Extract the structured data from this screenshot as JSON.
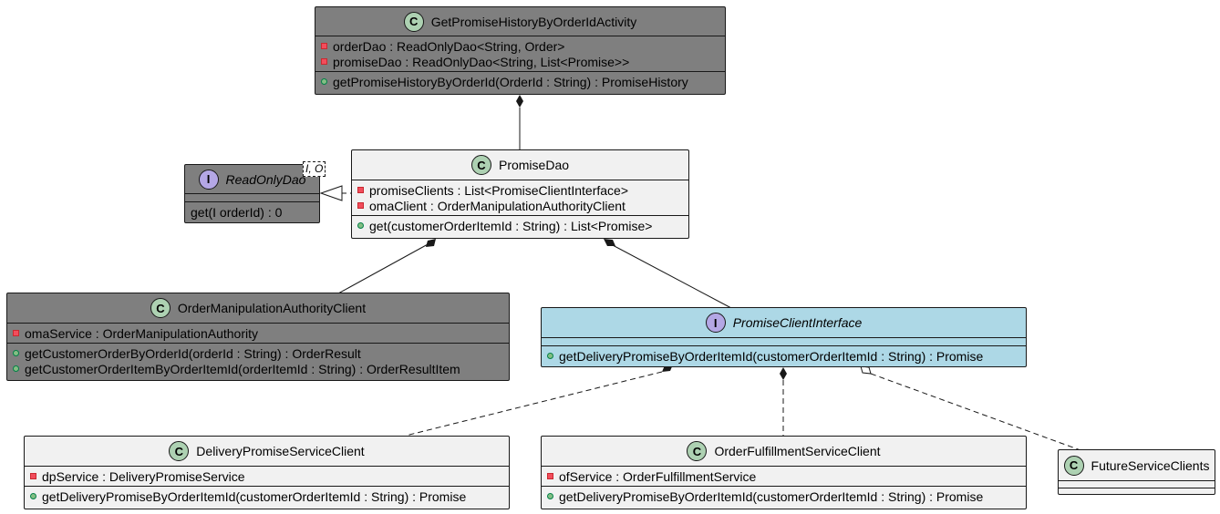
{
  "classes": {
    "get_promise_history": {
      "kind": "C",
      "name": "GetPromiseHistoryByOrderIdActivity",
      "fields": [
        "orderDao : ReadOnlyDao<String, Order>",
        "promiseDao : ReadOnlyDao<String, List<Promise>>"
      ],
      "methods": [
        "getPromiseHistoryByOrderId(OrderId : String) : PromiseHistory"
      ]
    },
    "read_only_dao": {
      "kind": "I",
      "name": "ReadOnlyDao",
      "type_params": "I, O",
      "methods": [
        "get(I orderId) : 0"
      ]
    },
    "promise_dao": {
      "kind": "C",
      "name": "PromiseDao",
      "fields": [
        "promiseClients : List<PromiseClientInterface>",
        "omaClient : OrderManipulationAuthorityClient"
      ],
      "methods": [
        "get(customerOrderItemId : String) : List<Promise>"
      ]
    },
    "oma_client": {
      "kind": "C",
      "name": "OrderManipulationAuthorityClient",
      "fields": [
        "omaService : OrderManipulationAuthority"
      ],
      "methods": [
        "getCustomerOrderByOrderId(orderId : String) : OrderResult",
        "getCustomerOrderItemByOrderItemId(orderItemId : String) : OrderResultItem"
      ]
    },
    "promise_client_interface": {
      "kind": "I",
      "name": "PromiseClientInterface",
      "methods": [
        "getDeliveryPromiseByOrderItemId(customerOrderItemId : String) : Promise"
      ]
    },
    "delivery_promise_client": {
      "kind": "C",
      "name": "DeliveryPromiseServiceClient",
      "fields": [
        "dpService : DeliveryPromiseService"
      ],
      "methods": [
        "getDeliveryPromiseByOrderItemId(customerOrderItemId : String) : Promise"
      ]
    },
    "order_fulfillment_client": {
      "kind": "C",
      "name": "OrderFulfillmentServiceClient",
      "fields": [
        "ofService : OrderFulfillmentService"
      ],
      "methods": [
        "getDeliveryPromiseByOrderItemId(customerOrderItemId : String) : Promise"
      ]
    },
    "future_service_clients": {
      "kind": "C",
      "name": "FutureServiceClients"
    }
  },
  "colors": {
    "dark_fill": "#7f7f7f",
    "light_fill": "#f1f1f1",
    "interface_highlight": "#add8e6",
    "class_badge": "#add1b2",
    "interface_badge": "#b4a7e5",
    "line": "#181818"
  }
}
